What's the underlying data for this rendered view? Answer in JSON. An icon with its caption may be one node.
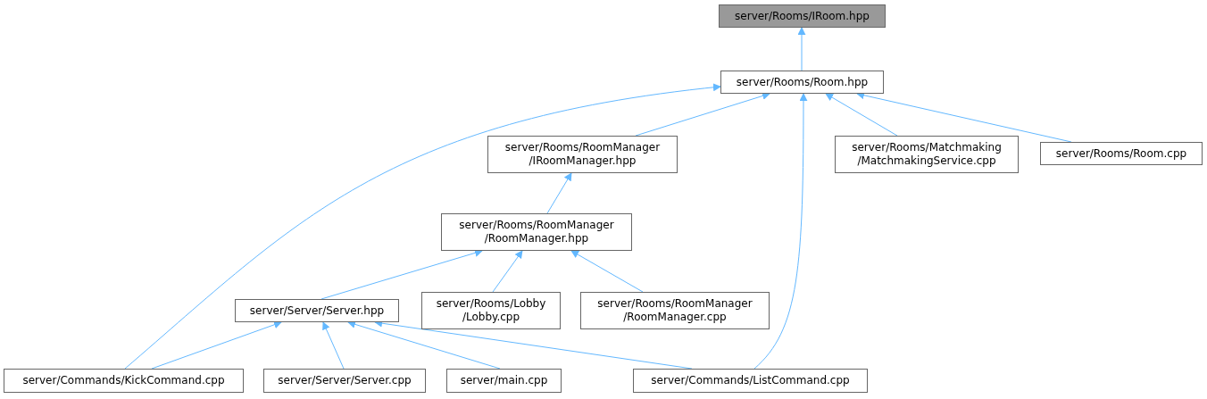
{
  "diagram": {
    "nodes": [
      {
        "text": [
          "server/Rooms/IRoom.hpp"
        ]
      },
      {
        "text": [
          "server/Rooms/Room.hpp"
        ]
      },
      {
        "text": [
          "server/Rooms/RoomManager /IRoomManager.hpp"
        ]
      },
      {
        "text": [
          "server/Rooms/Matchmaking /MatchmakingService.cpp"
        ]
      },
      {
        "text": [
          "server/Rooms/Room.cpp"
        ]
      },
      {
        "text": [
          "server/Rooms/RoomManager /RoomManager.hpp"
        ]
      },
      {
        "text": [
          "server/Server/Server.hpp"
        ]
      },
      {
        "text": [
          "server/Rooms/Lobby /Lobby.cpp"
        ]
      },
      {
        "text": [
          "server/Rooms/RoomManager /RoomManager.cpp"
        ]
      },
      {
        "text": [
          "server/Commands/KickCommand.cpp"
        ]
      },
      {
        "text": [
          "server/Server/Server.cpp"
        ]
      },
      {
        "text": [
          "server/main.cpp"
        ]
      },
      {
        "text": [
          "server/Commands/ListCommand.cpp"
        ]
      }
    ],
    "edges": [
      {
        "from": 1,
        "to": 0,
        "arrow": "to"
      },
      {
        "from": 9,
        "to": 1,
        "arrow": "to"
      },
      {
        "from": 2,
        "to": 1,
        "arrow": "to"
      },
      {
        "from": 12,
        "to": 1,
        "arrow": "to"
      },
      {
        "from": 3,
        "to": 1,
        "arrow": "to"
      },
      {
        "from": 4,
        "to": 1,
        "arrow": "to"
      },
      {
        "from": 5,
        "to": 2,
        "arrow": "to"
      },
      {
        "from": 6,
        "to": 5,
        "arrow": "to"
      },
      {
        "from": 7,
        "to": 5,
        "arrow": "to"
      },
      {
        "from": 8,
        "to": 5,
        "arrow": "to"
      },
      {
        "from": 9,
        "to": 6,
        "arrow": "to"
      },
      {
        "from": 10,
        "to": 6,
        "arrow": "to"
      },
      {
        "from": 11,
        "to": 6,
        "arrow": "to"
      },
      {
        "from": 12,
        "to": 6,
        "arrow": "to"
      }
    ]
  }
}
